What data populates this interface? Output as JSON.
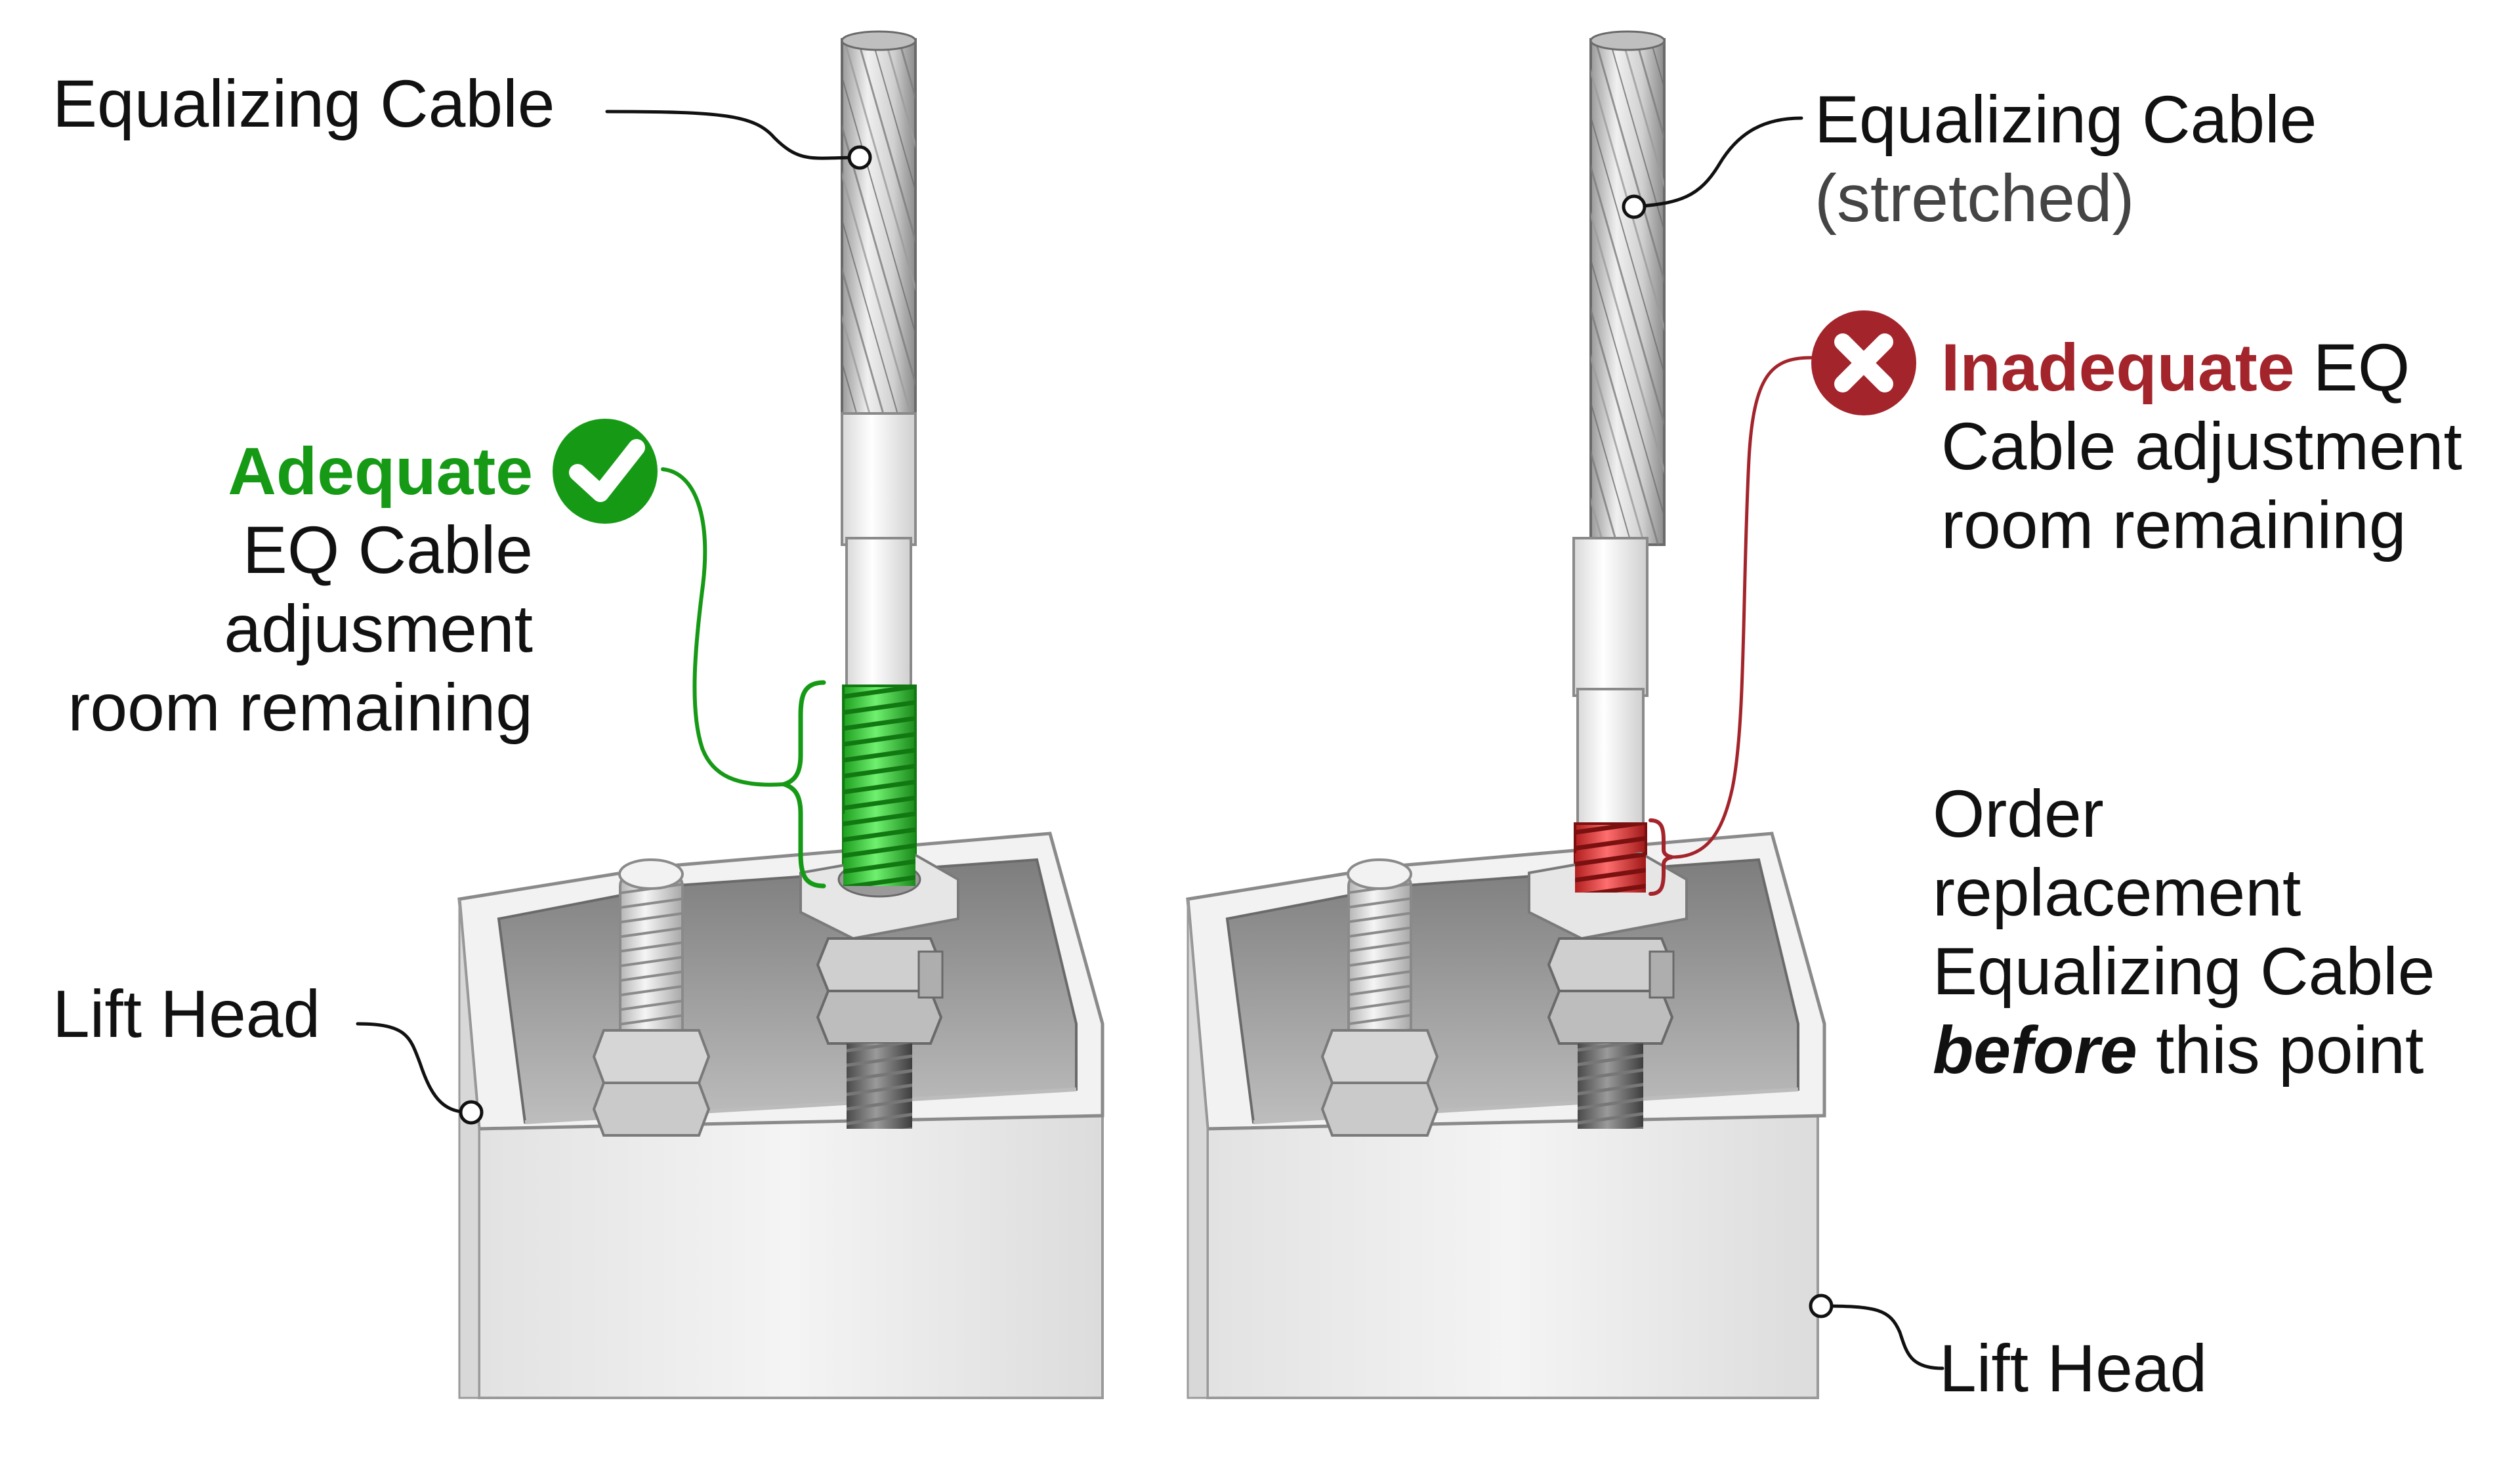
{
  "colors": {
    "adequate_green": "#169a16",
    "thread_green": "#3ecf3e",
    "inadequate_red": "#a3242b",
    "thread_red": "#e23838",
    "leader_black": "#111111"
  },
  "icons": {
    "adequate": "check-circle-icon",
    "inadequate": "x-circle-icon"
  },
  "left_panel": {
    "cable_label": "Equalizing Cable",
    "status_word": "Adequate",
    "status_lines": [
      "EQ Cable",
      "adjusment",
      "room remaining"
    ],
    "head_label": "Lift Head"
  },
  "right_panel": {
    "cable_label": "Equalizing Cable",
    "cable_note": "(stretched)",
    "status_word": "Inadequate",
    "status_line1_rest": " EQ",
    "status_lines": [
      "Cable adjustment",
      "room remaining"
    ],
    "order_lines": [
      "Order",
      "replacement",
      "Equalizing Cable"
    ],
    "order_emph": "before",
    "order_rest": " this point",
    "head_label": "Lift Head"
  }
}
